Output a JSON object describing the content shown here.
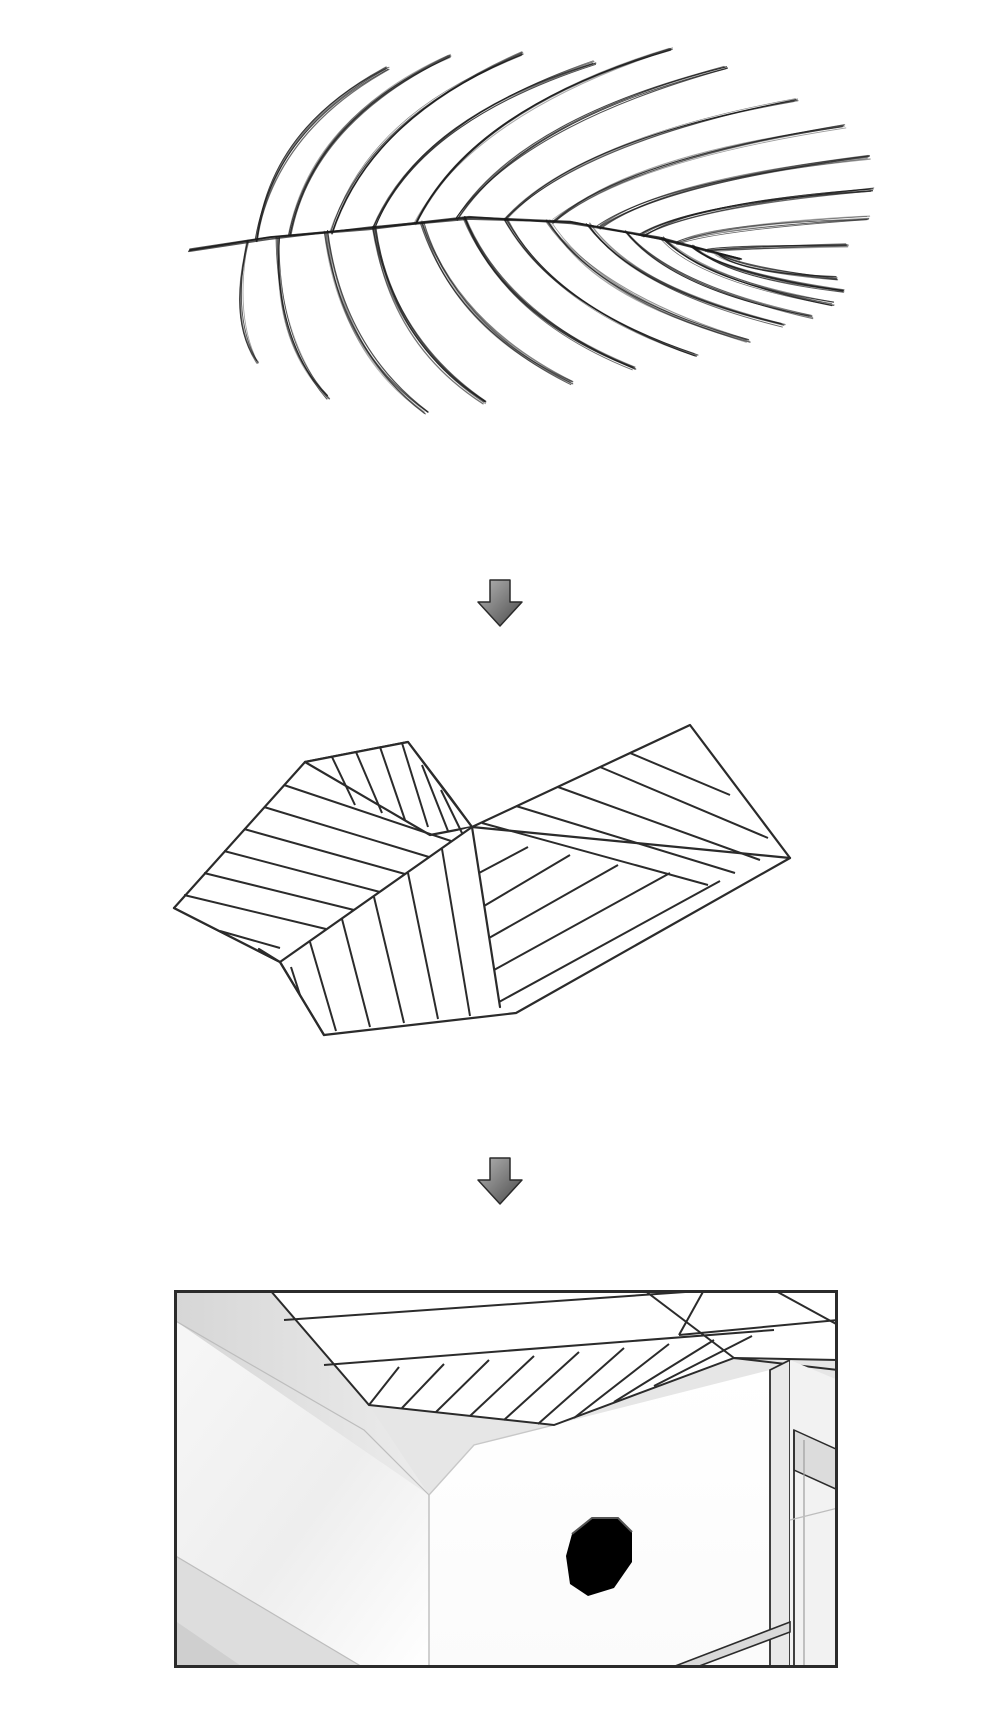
{
  "diagram": {
    "steps": [
      {
        "id": "leaf",
        "description_icon": "palm-frond-illustration"
      },
      {
        "id": "thatch-pattern",
        "description_icon": "thatched-roof-plan"
      },
      {
        "id": "roof-detail",
        "description_icon": "roof-closeup-illustration"
      }
    ],
    "arrow_icon": "down-arrow-icon"
  },
  "colors": {
    "stroke": "#2b2b2b",
    "arrow_light": "#a9a9a9",
    "arrow_dark": "#4a4a4a",
    "wall_light": "#f4f4f4",
    "wall_shadow": "#d9d9d9",
    "roof_fill": "#e6e6e6",
    "hole": "#000000"
  }
}
